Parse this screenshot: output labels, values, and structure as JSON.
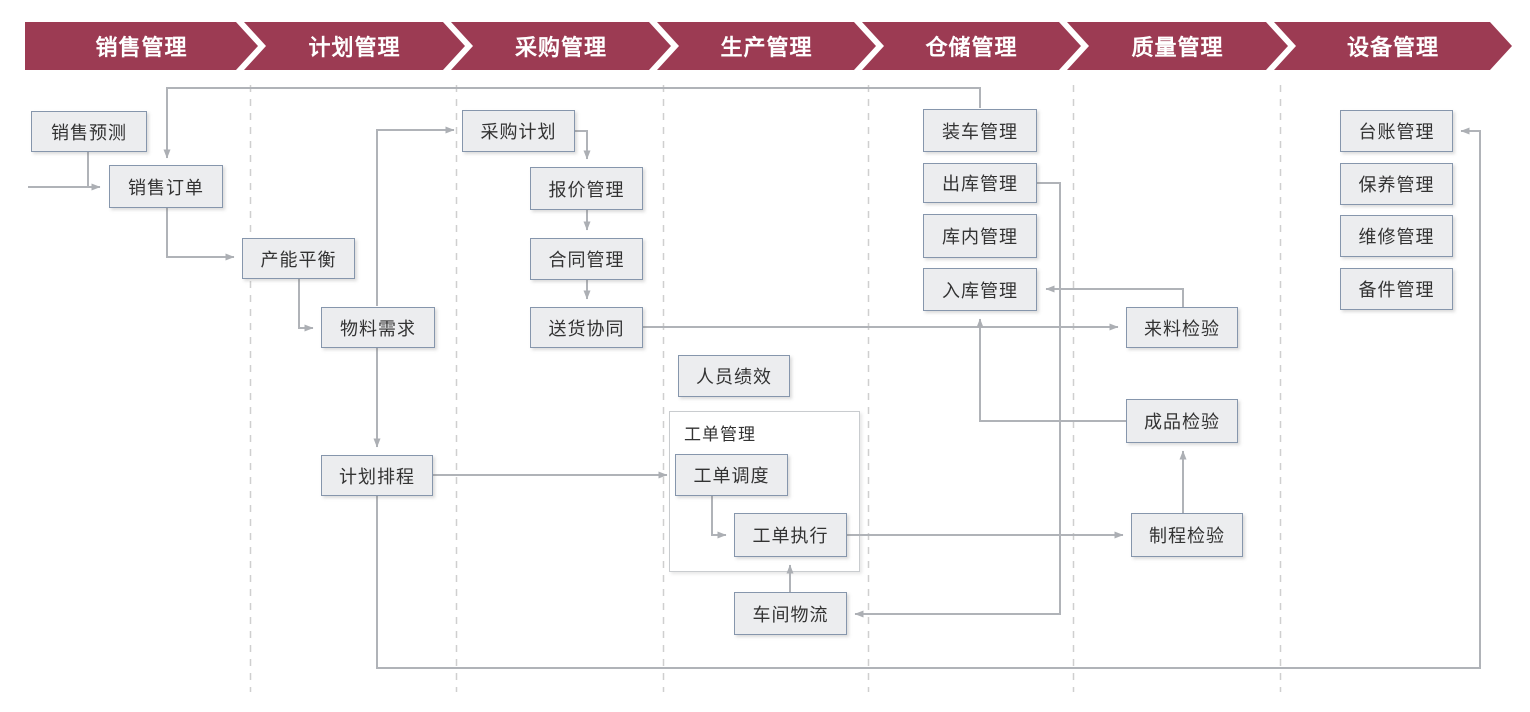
{
  "header": {
    "segments": [
      {
        "label": "销售管理"
      },
      {
        "label": "计划管理"
      },
      {
        "label": "采购管理"
      },
      {
        "label": "生产管理"
      },
      {
        "label": "仓储管理"
      },
      {
        "label": "质量管理"
      },
      {
        "label": "设备管理"
      }
    ]
  },
  "nodes": {
    "sales_forecast": {
      "label": "销售预测"
    },
    "sales_order": {
      "label": "销售订单"
    },
    "capacity_balance": {
      "label": "产能平衡"
    },
    "material_demand": {
      "label": "物料需求"
    },
    "plan_scheduling": {
      "label": "计划排程"
    },
    "purchase_plan": {
      "label": "采购计划"
    },
    "quotation_mgmt": {
      "label": "报价管理"
    },
    "contract_mgmt": {
      "label": "合同管理"
    },
    "delivery_collab": {
      "label": "送货协同"
    },
    "personnel_perf": {
      "label": "人员绩效"
    },
    "wo_dispatch": {
      "label": "工单调度"
    },
    "wo_execution": {
      "label": "工单执行"
    },
    "shop_logistics": {
      "label": "车间物流"
    },
    "truck_loading": {
      "label": "装车管理"
    },
    "outbound_mgmt": {
      "label": "出库管理"
    },
    "inwarehouse_mgmt": {
      "label": "库内管理"
    },
    "inbound_mgmt": {
      "label": "入库管理"
    },
    "incoming_inspect": {
      "label": "来料检验"
    },
    "finished_inspect": {
      "label": "成品检验"
    },
    "process_inspect": {
      "label": "制程检验"
    },
    "ledger_mgmt": {
      "label": "台账管理"
    },
    "maintenance_mgmt": {
      "label": "保养管理"
    },
    "repair_mgmt": {
      "label": "维修管理"
    },
    "spareparts_mgmt": {
      "label": "备件管理"
    }
  },
  "groups": {
    "work_order": {
      "label": "工单管理"
    }
  },
  "colors": {
    "header_accent": "#9C3B53",
    "node_fill": "#ECEDEF",
    "node_border": "#8696AC",
    "connector": "#B0B3B8",
    "column_divider": "#CFCFCF"
  }
}
